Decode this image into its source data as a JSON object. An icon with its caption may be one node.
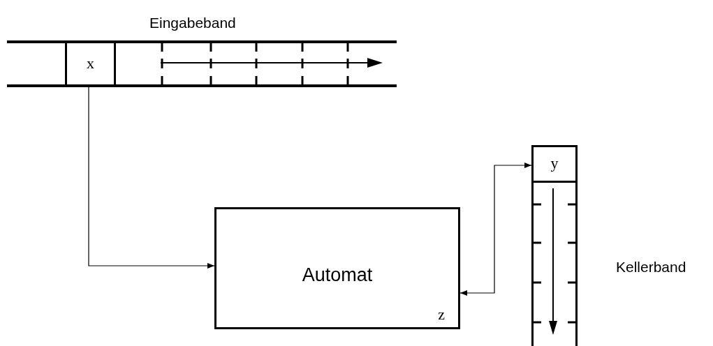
{
  "diagram": {
    "nodes": [
      {
        "text": [
          "Eingabeband"
        ]
      },
      {
        "text": [
          "x"
        ],
        "in": 0
      },
      {
        "text": [
          "Automat",
          "z"
        ]
      },
      {
        "text": [],
        "shape": "bar",
        "beside": [
          "Kellerband"
        ]
      },
      {
        "text": [
          "y"
        ],
        "in": 3
      }
    ],
    "edges": [
      {
        "from": 1,
        "to": 2,
        "arrow": "to"
      },
      {
        "from": 2,
        "to": 4,
        "arrow": "both"
      }
    ]
  }
}
